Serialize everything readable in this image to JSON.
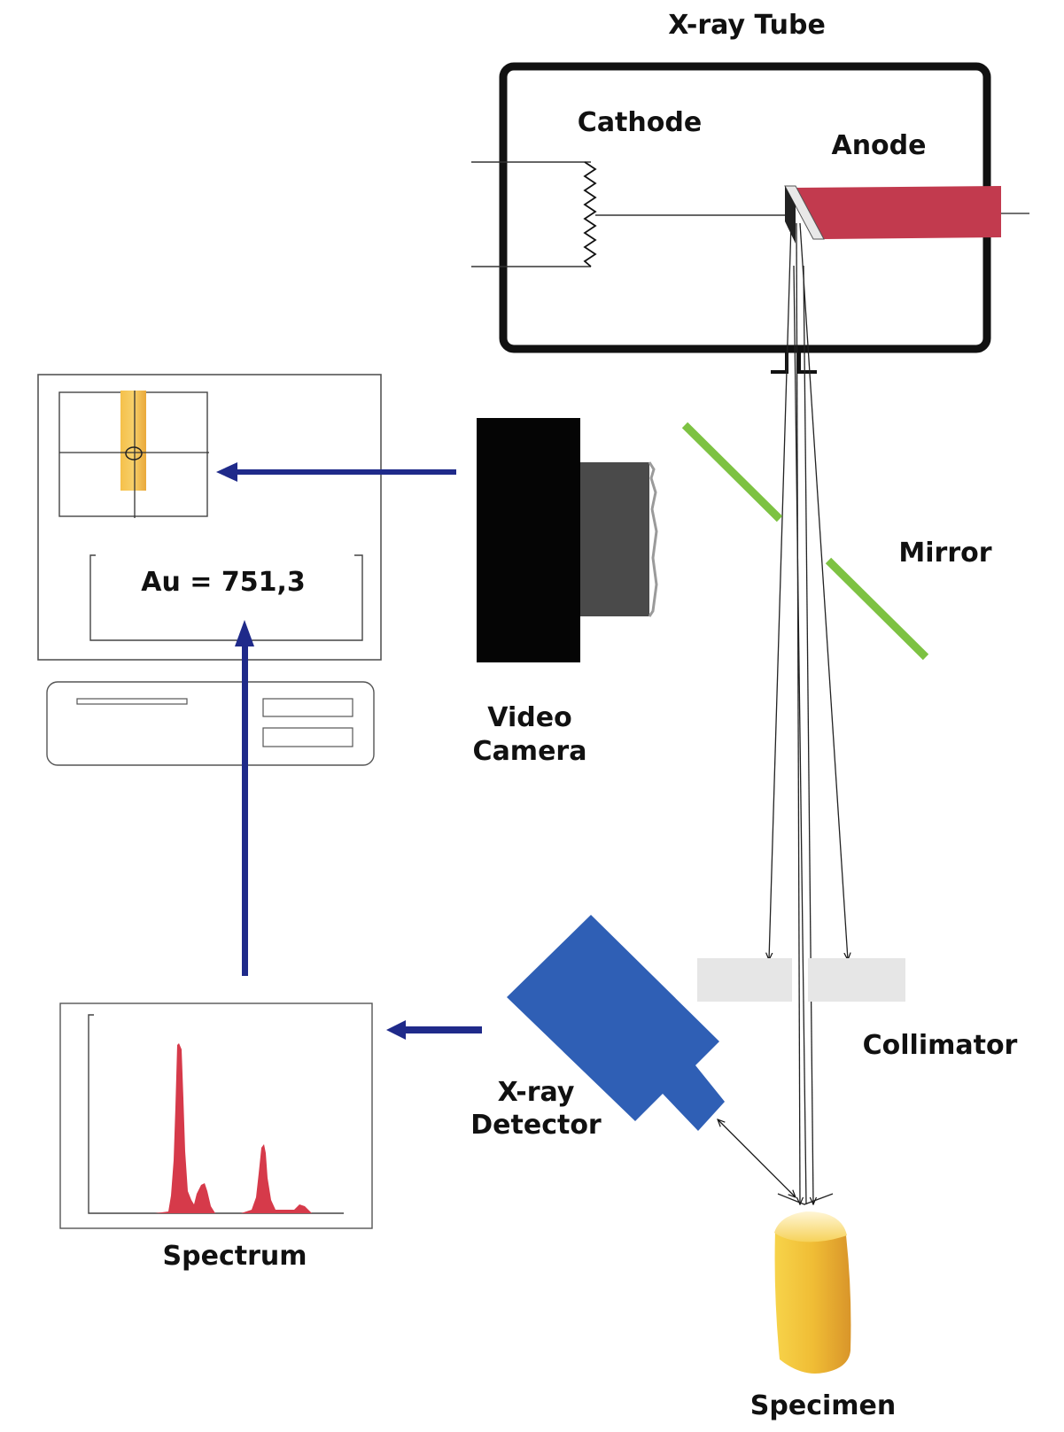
{
  "labels": {
    "xray_tube": "X-ray Tube",
    "cathode": "Cathode",
    "anode": "Anode",
    "mirror": "Mirror",
    "video_camera_line1": "Video",
    "video_camera_line2": "Camera",
    "collimator": "Collimator",
    "xray_detector_line1": "X-ray",
    "xray_detector_line2": "Detector",
    "spectrum": "Spectrum",
    "specimen": "Specimen"
  },
  "screen": {
    "readout": "Au = 751,3"
  },
  "colors": {
    "anode": "#c23a4e",
    "mirror": "#7dc242",
    "camera_body": "#050505",
    "camera_lens": "#4a4a4a",
    "detector": "#2f5fb5",
    "arrow": "#1f2a8a",
    "spectrum_peaks": "#d63a4a",
    "specimen": "#f2c23a",
    "collimator": "#e6e6e6"
  }
}
